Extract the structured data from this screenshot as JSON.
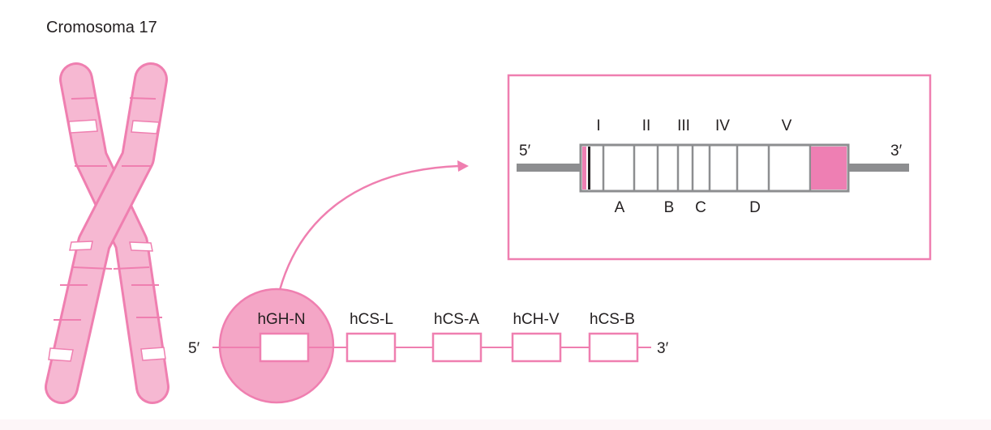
{
  "title": "Cromosoma 17",
  "colors": {
    "pink": "#ef7fb0",
    "pink_light": "#f6b8d2",
    "pink_circle": "#f4a6c6",
    "pink_exon": "#ee7fb3",
    "gray": "#8d8e90",
    "text": "#231f20"
  },
  "gene_cluster": {
    "five_prime": "5′",
    "three_prime": "3′",
    "genes": [
      "hGH-N",
      "hCS-L",
      "hCS-A",
      "hCH-V",
      "hCS-B"
    ]
  },
  "gene_detail": {
    "five_prime": "5′",
    "three_prime": "3′",
    "exons": [
      "I",
      "II",
      "III",
      "IV",
      "V"
    ],
    "introns": [
      "A",
      "B",
      "C",
      "D"
    ]
  }
}
